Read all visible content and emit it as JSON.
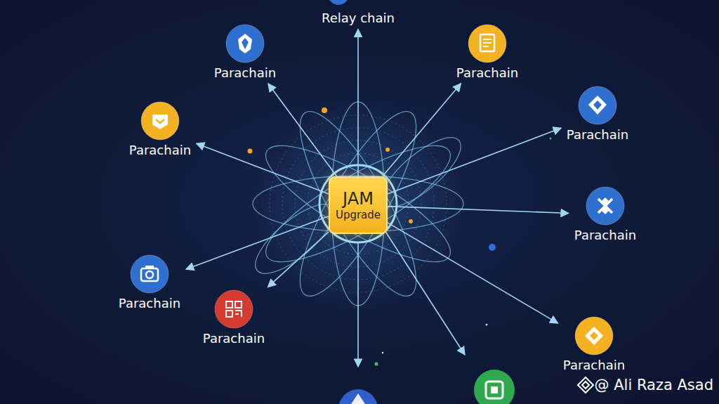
{
  "diagram": {
    "nodes": [
      {
        "text": [
          "Relay chain"
        ]
      },
      {
        "text": [
          "Parachain"
        ]
      },
      {
        "text": [
          "Parachain"
        ]
      },
      {
        "text": [
          "Parachain"
        ]
      },
      {
        "text": [
          "Parachain"
        ]
      },
      {
        "text": [
          "JAM",
          "Upgrade"
        ]
      },
      {
        "text": [
          "Parachain"
        ]
      },
      {
        "text": [
          "Parachain"
        ]
      },
      {
        "text": [
          "Parachain"
        ]
      },
      {
        "text": [
          "Parachain"
        ]
      }
    ],
    "edges": [
      {
        "from": 5,
        "to": 0,
        "arrow": "to"
      },
      {
        "from": 5,
        "to": 1,
        "arrow": "to"
      },
      {
        "from": 5,
        "to": 2,
        "arrow": "to"
      },
      {
        "from": 5,
        "to": 3,
        "arrow": "to"
      },
      {
        "from": 5,
        "to": 4,
        "arrow": "to"
      },
      {
        "from": 5,
        "to": 6,
        "arrow": "to"
      },
      {
        "from": 5,
        "to": 7,
        "arrow": "to"
      },
      {
        "from": 5,
        "to": 8,
        "arrow": "to"
      },
      {
        "from": 5,
        "to": 9,
        "arrow": "to"
      }
    ],
    "labels": [
      "@ Ali Raza Asad"
    ]
  }
}
